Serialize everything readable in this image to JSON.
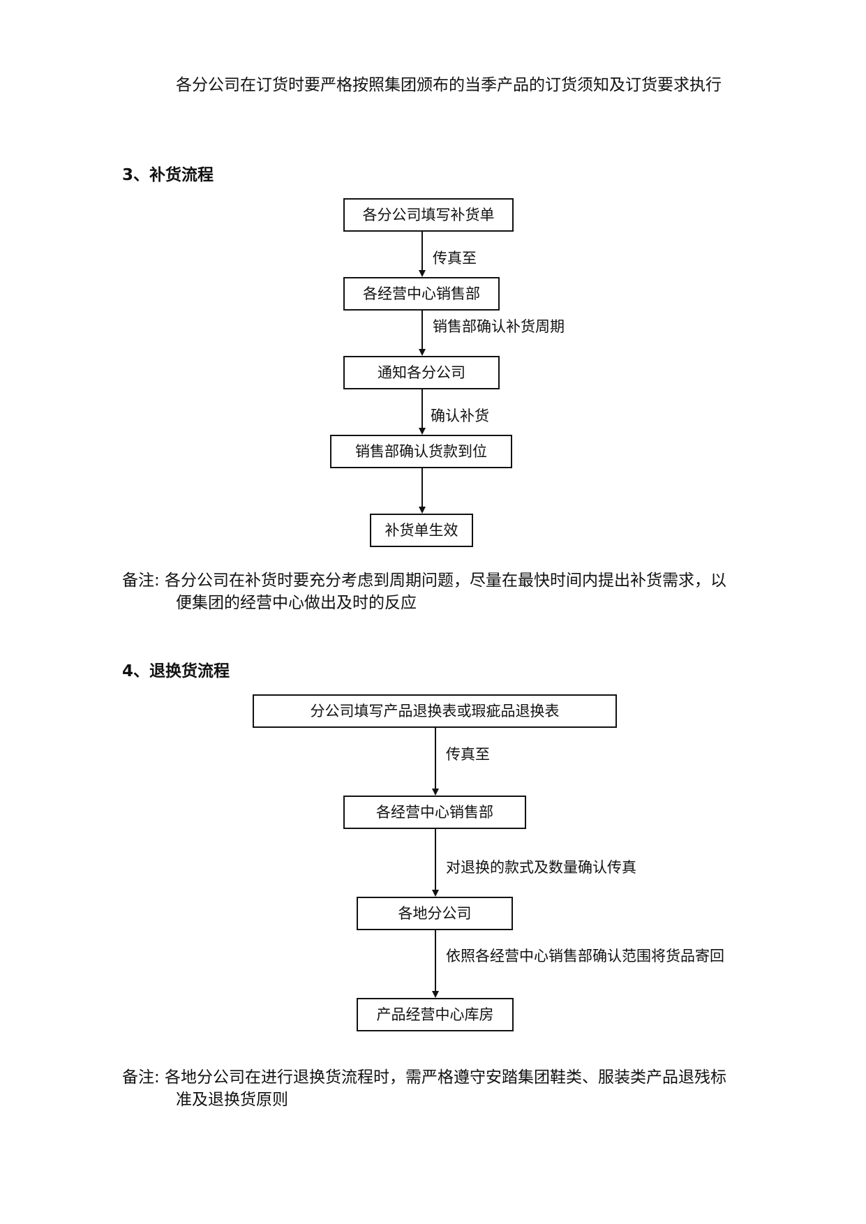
{
  "intro": {
    "text": "各分公司在订货时要严格按照集团颁布的当季产品的订货须知及订货要求执行"
  },
  "section_restock": {
    "heading": "3、补货流程",
    "steps": [
      "各分公司填写补货单",
      "各经营中心销售部",
      "通知各分公司",
      "销售部确认货款到位",
      "补货单生效"
    ],
    "arrow_labels": [
      "传真至",
      "销售部确认补货周期",
      "确认补货",
      ""
    ],
    "note_line1": "备注: 各分公司在补货时要充分考虑到周期问题，尽量在最快时间内提出补货需求，以",
    "note_line2": "便集团的经营中心做出及时的反应"
  },
  "section_exchange": {
    "heading": "4、退换货流程",
    "steps": [
      "分公司填写产品退换表或瑕疵品退换表",
      "各经营中心销售部",
      "各地分公司",
      "产品经营中心库房"
    ],
    "arrow_labels": [
      "传真至",
      "对退换的款式及数量确认传真",
      "依照各经营中心销售部确认范围将货品寄回"
    ],
    "note_line1": "备注: 各地分公司在进行退换货流程时，需严格遵守安踏集团鞋类、服装类产品退残标",
    "note_line2": "准及退换货原则"
  }
}
